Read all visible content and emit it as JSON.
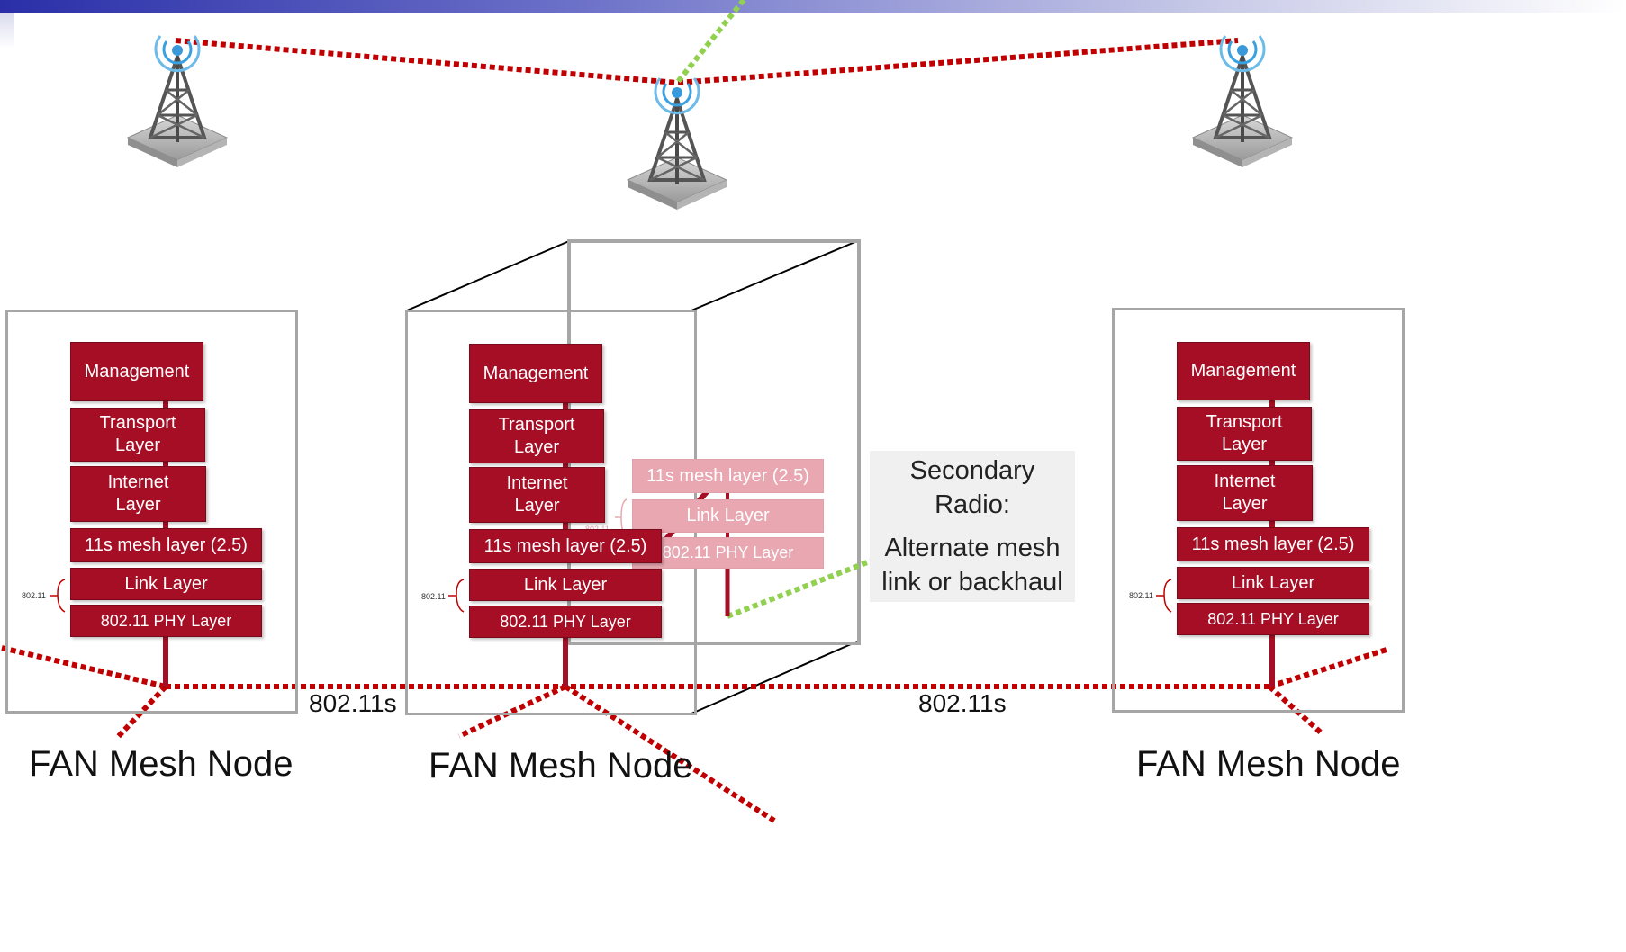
{
  "nodes": [
    {
      "stack": {
        "management": "Management",
        "transport": "Transport\nLayer",
        "internet": "Internet\nLayer",
        "mesh": "11s mesh layer (2.5)",
        "link": "Link Layer",
        "phy": "802.11 PHY Layer"
      },
      "bracket_label": "802.11",
      "name": "FAN Mesh Node"
    },
    {
      "stack": {
        "management": "Management",
        "transport": "Transport\nLayer",
        "internet": "Internet\nLayer",
        "mesh": "11s mesh layer (2.5)",
        "link": "Link Layer",
        "phy": "802.11 PHY Layer"
      },
      "bracket_label": "802.11",
      "name": "FAN Mesh Node",
      "secondary_stack": {
        "mesh": "11s mesh layer (2.5)",
        "link": "Link Layer",
        "phy": "802.11 PHY Layer",
        "bracket_label": "802.11"
      }
    },
    {
      "stack": {
        "management": "Management",
        "transport": "Transport\nLayer",
        "internet": "Internet\nLayer",
        "mesh": "11s mesh layer (2.5)",
        "link": "Link Layer",
        "phy": "802.11 PHY Layer"
      },
      "bracket_label": "802.11",
      "name": "FAN Mesh Node"
    }
  ],
  "links": {
    "left_label": "802.11s",
    "right_label": "802.11s"
  },
  "callout": {
    "line1": "Secondary",
    "line2": "Radio:",
    "line3": "Alternate mesh",
    "line4": "link or backhaul"
  },
  "colors": {
    "block_red": "#a50e25",
    "mesh_link_red": "#c00000",
    "backhaul_green": "#92d050",
    "frame_gray": "#a6a6a6"
  },
  "icons": [
    "tower-icon",
    "tower-icon",
    "tower-icon"
  ]
}
